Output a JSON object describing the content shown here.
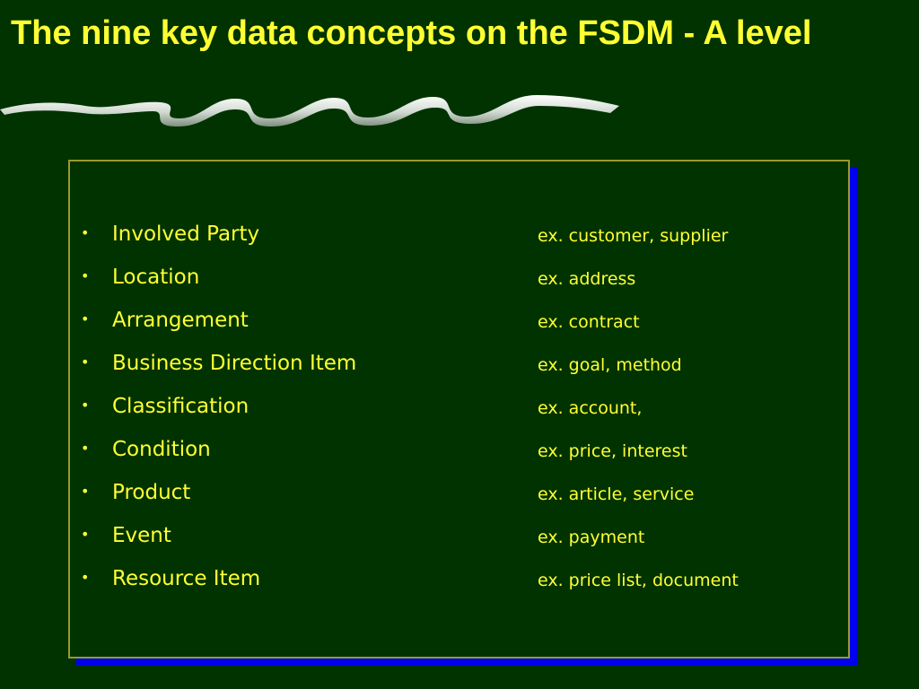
{
  "slide": {
    "title": "The nine key data concepts on the FSDM - A level",
    "bullet": "•",
    "concepts": [
      {
        "name": "Involved Party",
        "example": "ex. customer, supplier"
      },
      {
        "name": "Location",
        "example": "ex. address"
      },
      {
        "name": "Arrangement",
        "example": "ex.  contract"
      },
      {
        "name": "Business Direction Item",
        "example": "ex. goal, method"
      },
      {
        "name": "Classification",
        "example": "ex. account,"
      },
      {
        "name": "Condition",
        "example": "ex. price, interest"
      },
      {
        "name": "Product",
        "example": "ex. article, service"
      },
      {
        "name": "Event",
        "example": "ex. payment"
      },
      {
        "name": "Resource Item",
        "example": "ex. price list, document"
      }
    ]
  },
  "colors": {
    "background": "#003300",
    "text": "#ffff33",
    "box_border": "#999933",
    "box_shadow": "#0000ee"
  }
}
